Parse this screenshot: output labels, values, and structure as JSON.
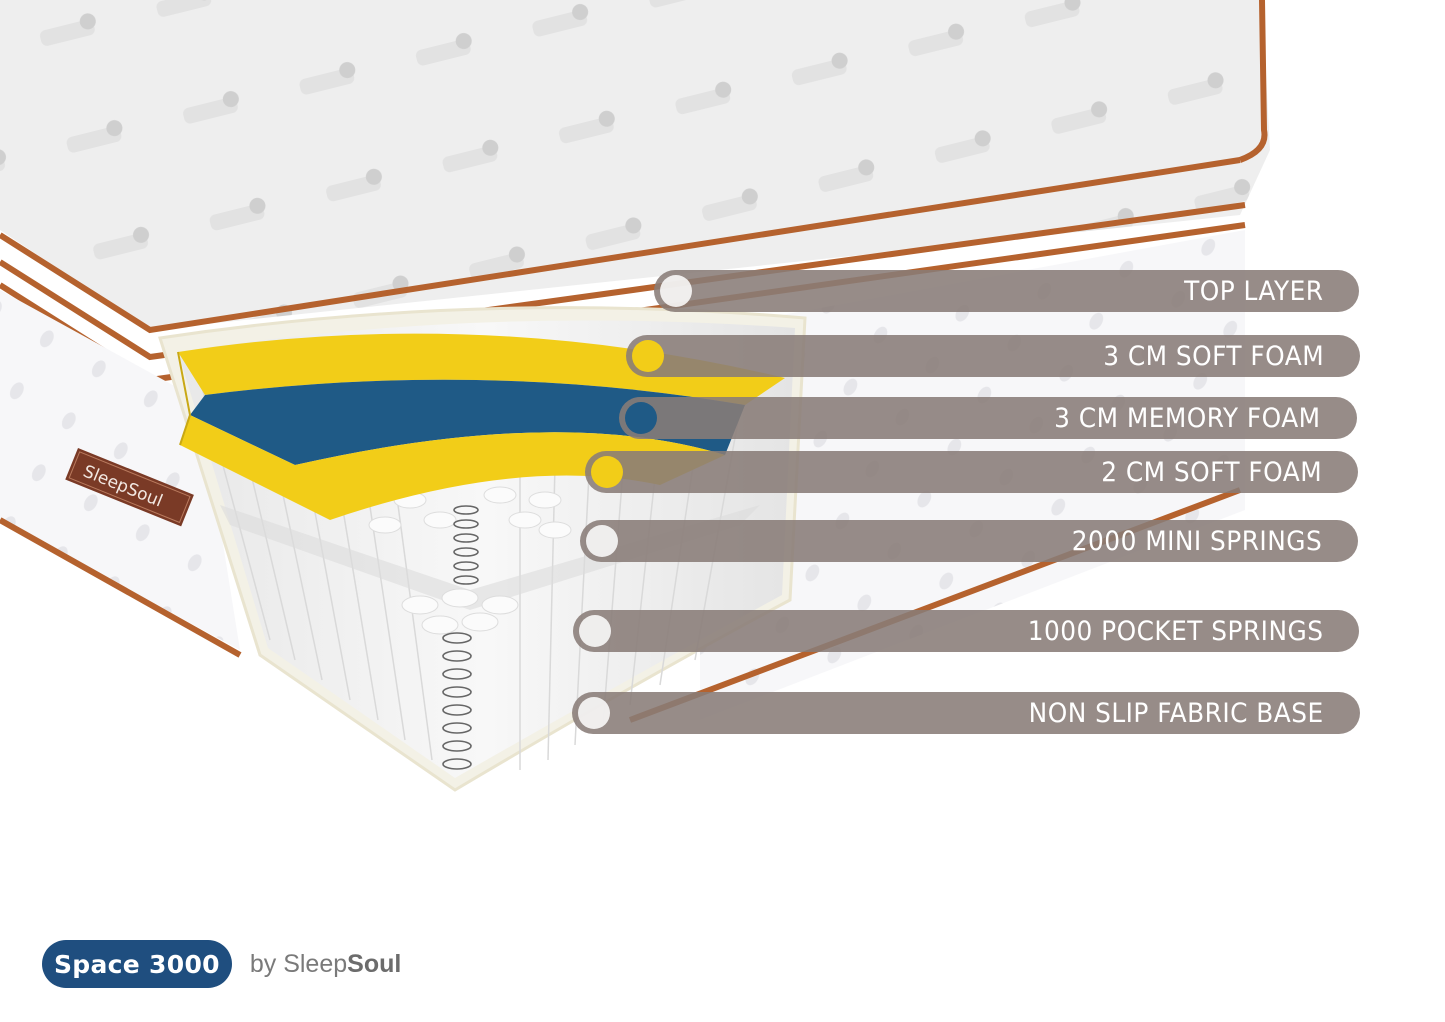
{
  "product": {
    "badge": "Space 3000",
    "byline_prefix": "by ",
    "brand_light": "Sleep",
    "brand_bold": "Soul",
    "side_tag": "SleepSoul"
  },
  "layers": [
    {
      "label": "TOP LAYER",
      "dot": "white"
    },
    {
      "label": "3 CM SOFT FOAM",
      "dot": "yellow"
    },
    {
      "label": "3 CM MEMORY FOAM",
      "dot": "blue"
    },
    {
      "label": "2 CM SOFT FOAM",
      "dot": "yellow"
    },
    {
      "label": "2000 MINI SPRINGS",
      "dot": "white"
    },
    {
      "label": "1000 POCKET SPRINGS",
      "dot": "white"
    },
    {
      "label": "NON SLIP FABRIC BASE",
      "dot": "white"
    }
  ],
  "colors": {
    "label_bar": "#897c78",
    "badge": "#1f4e7f",
    "piping": "#b5622e",
    "soft_foam": "#f2cd18",
    "memory_foam": "#1f5a86",
    "tag": "#7a3a26"
  }
}
